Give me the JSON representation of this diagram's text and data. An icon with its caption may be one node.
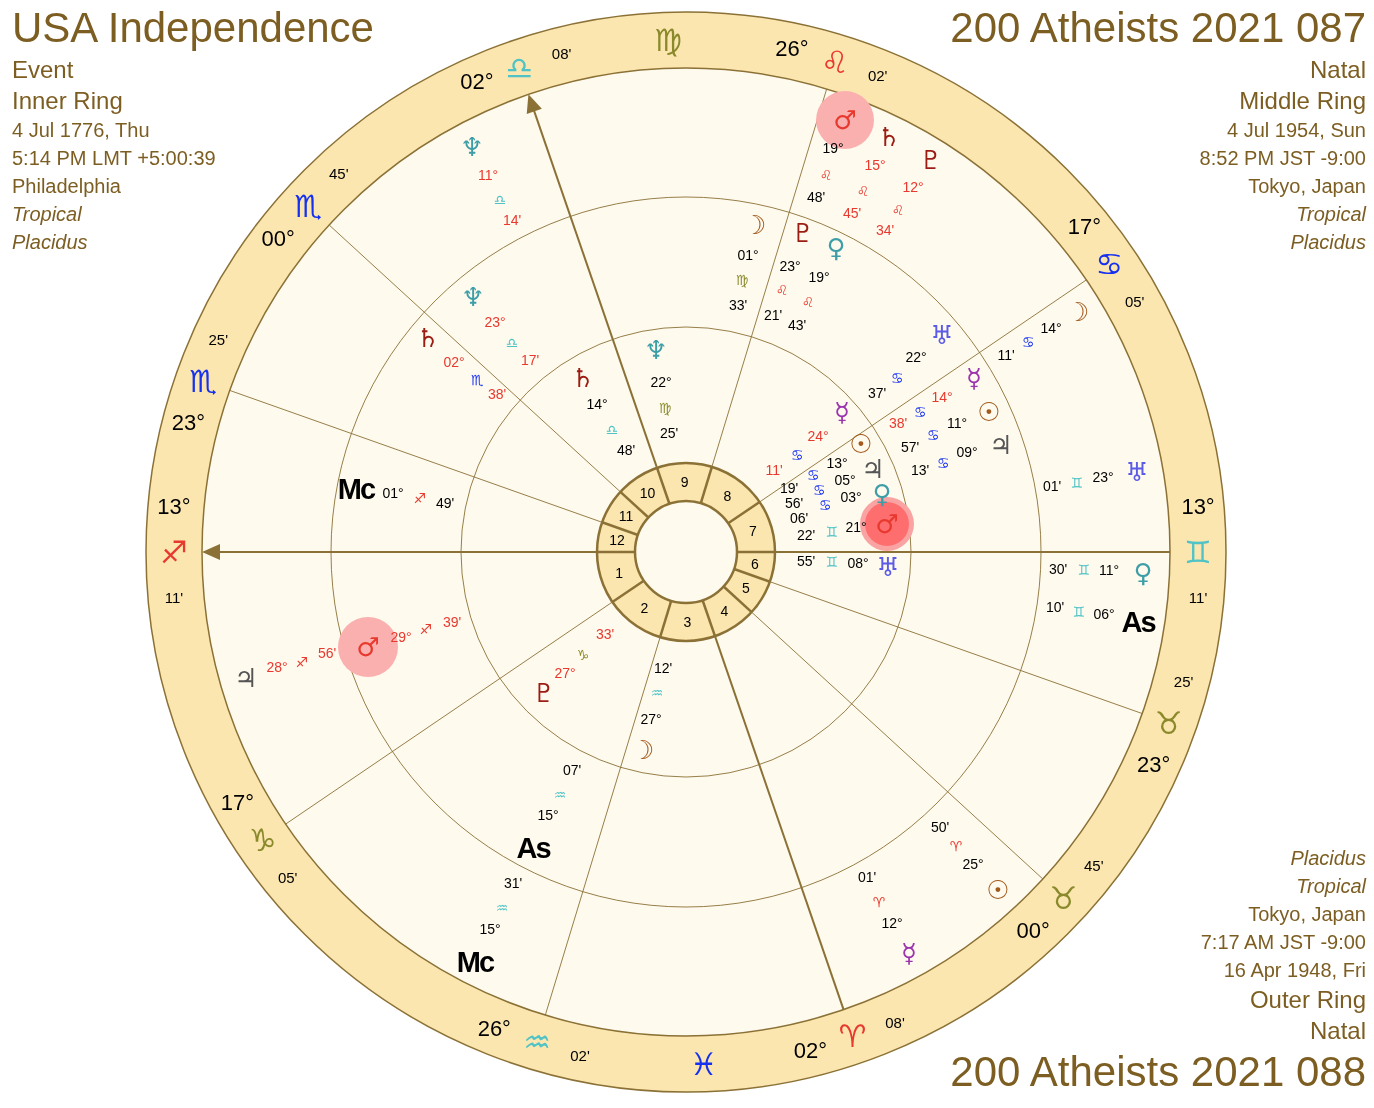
{
  "diagram": {
    "labels": [
      "USA Independence",
      "Event",
      "Inner Ring",
      "4 Jul 1776, Thu",
      "5:14 PM LMT +5:00:39",
      "Philadelphia",
      "Tropical",
      "Placidus",
      "200 Atheists 2021 087",
      "Natal",
      "Middle Ring",
      "4 Jul 1954, Sun",
      "8:52 PM JST -9:00",
      "Tokyo, Japan",
      "Tropical",
      "Placidus",
      "02°",
      "♎",
      "08'",
      "♍",
      "26°",
      "♌",
      "02'",
      "17°",
      "♋",
      "05'",
      "13°",
      "♊",
      "11'",
      "23°",
      "♉",
      "25'",
      "00°",
      "♉",
      "45'",
      "02°",
      "♈",
      "08'",
      "♓",
      "26°",
      "♒",
      "02'",
      "17°",
      "♑",
      "05'",
      "13°",
      "♐",
      "11'",
      "23°",
      "♏",
      "25'",
      "00°",
      "♏",
      "45'",
      "♆",
      "22°",
      "♍",
      "25'",
      "♄",
      "14°",
      "♎",
      "48'",
      "♇",
      "27°",
      "♑",
      "33'",
      "☽",
      "27°",
      "♒",
      "12'",
      "♅",
      "08°",
      "♊",
      "55'",
      "♂",
      "21°",
      "♊",
      "22'",
      "♀",
      "03°",
      "♋",
      "06'",
      "♃",
      "05°",
      "♋",
      "56'",
      "☉",
      "13°",
      "♋",
      "19'",
      "☿",
      "24°",
      "♋",
      "11'",
      "♆",
      "23°",
      "♎",
      "17'",
      "♄",
      "02°",
      "♏",
      "38'",
      "Mc",
      "01°",
      "♐",
      "49'",
      "♂",
      "29°",
      "♐",
      "39'",
      "As",
      "15°",
      "♒",
      "07'",
      "♃",
      "09°",
      "♋",
      "13'",
      "☉",
      "11°",
      "♋",
      "57'",
      "☿",
      "14°",
      "♋",
      "38'",
      "♅",
      "22°",
      "♋",
      "37'",
      "♀",
      "19°",
      "♌",
      "43'",
      "♇",
      "23°",
      "♌",
      "21'",
      "☽",
      "01°",
      "♍",
      "33'",
      "♆",
      "11°",
      "♎",
      "14'",
      "♃",
      "28°",
      "♐",
      "56'",
      "Mc",
      "15°",
      "♒",
      "31'",
      "☿",
      "12°",
      "♈",
      "01'",
      "☉",
      "25°",
      "♈",
      "50'",
      "As",
      "06°",
      "♊",
      "10'",
      "♀",
      "11°",
      "♊",
      "30'",
      "♅",
      "23°",
      "♊",
      "01'",
      "☽",
      "14°",
      "♋",
      "11'",
      "♇",
      "12°",
      "♌",
      "34'",
      "♄",
      "15°",
      "♌",
      "45'",
      "♂",
      "19°",
      "♌",
      "48'",
      "1",
      "2",
      "3",
      "4",
      "5",
      "6",
      "7",
      "8",
      "9",
      "10",
      "11",
      "12",
      "Placidus",
      "Tropical",
      "Tokyo, Japan",
      "7:17 AM JST -9:00",
      "16 Apr 1948, Fri",
      "Outer Ring",
      "Natal",
      "200 Atheists 2021 088"
    ]
  }
}
